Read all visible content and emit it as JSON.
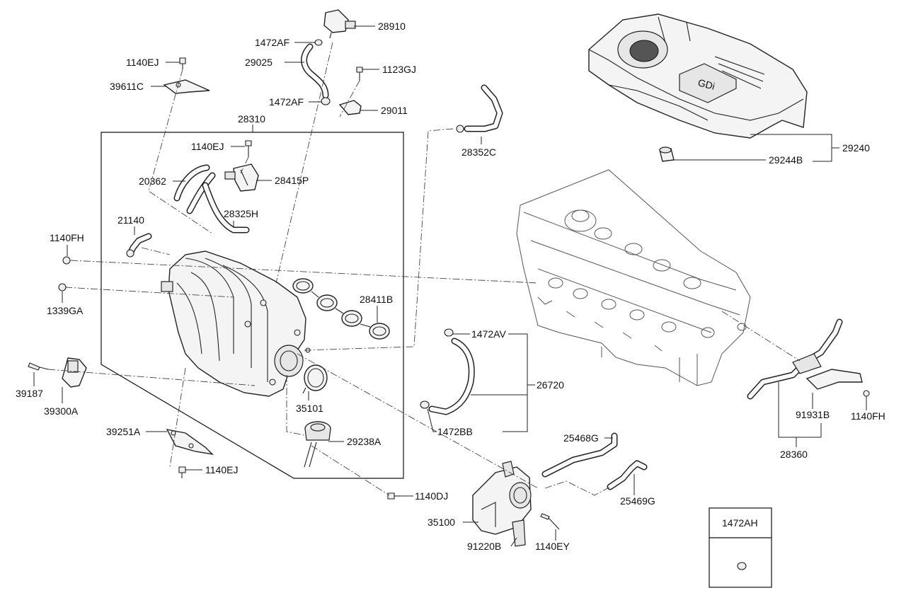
{
  "diagram": {
    "labels": {
      "p28910": "28910",
      "p1472AF_top": "1472AF",
      "p29025": "29025",
      "p1472AF_bottom": "1472AF",
      "p1123GJ": "1123GJ",
      "p29011": "29011",
      "p1140EJ_top": "1140EJ",
      "p39611C": "39611C",
      "p28310": "28310",
      "p1140EJ_mid": "1140EJ",
      "p20362": "20362",
      "p28415P": "28415P",
      "p28325H": "28325H",
      "p21140": "21140",
      "p1140FH_left": "1140FH",
      "p1339GA": "1339GA",
      "p28411B": "28411B",
      "p39187": "39187",
      "p39300A": "39300A",
      "p35101": "35101",
      "p39251A": "39251A",
      "p29238A": "29238A",
      "p1140EJ_bottom": "1140EJ",
      "p1140DJ": "1140DJ",
      "p28352C": "28352C",
      "p1472AV": "1472AV",
      "p26720": "26720",
      "p1472BB": "1472BB",
      "p25468G": "25468G",
      "p25469G": "25469G",
      "p35100": "35100",
      "p91220B": "91220B",
      "p1140EY": "1140EY",
      "p29240": "29240",
      "p29244B": "29244B",
      "p91931B": "91931B",
      "p1140FH_right": "1140FH",
      "p28360": "28360",
      "p1472AH": "1472AH",
      "cover_badge": "GDi"
    }
  }
}
